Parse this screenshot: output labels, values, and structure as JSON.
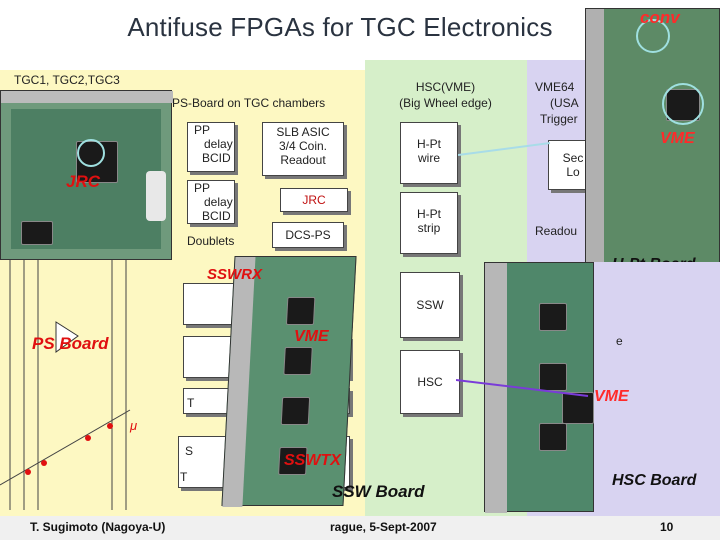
{
  "title": "Antifuse FPGAs for TGC Electronics",
  "conv_label": "conv",
  "tgc_label": "TGC1, TGC2,TGC3",
  "ps_board_tgc_label": "PS-Board on TGC chambers",
  "hsc_vme_label": "HSC(VME)",
  "hsc_vme_sub": "(Big Wheel edge)",
  "vme64_label": "VME64",
  "usa_label": "(USA",
  "trigger_label": "Trigger",
  "pp_label": "PP",
  "delay_label": "delay",
  "bcid_label": "BCID",
  "slb_asic_label": "SLB ASIC",
  "coin_label": "3/4 Coin.",
  "readout_label": "Readout",
  "jrc_label": "JRC",
  "doublets_label": "Doublets",
  "dcs_ps_label": "DCS-PS",
  "hpt_wire_line1": "H-Pt",
  "hpt_wire_line2": "wire",
  "hpt_strip_line1": "H-Pt",
  "hpt_strip_line2": "strip",
  "sec_label": "Sec",
  "lo_label": "Lo",
  "readout_right": "Readou",
  "ssw_label": "SSW",
  "hsc_label": "HSC",
  "t_label": "T",
  "s_label": "S",
  "e_label": "e",
  "mu_label": "μ",
  "jrc_red": "JRC",
  "ps_board_red": "PS Board",
  "sswrx_red": "SSWRX",
  "vme_red_mid": "VME",
  "sswtx_red": "SSWTX",
  "ssw_board_label": "SSW Board",
  "vme_right_top": "VME",
  "hpt_board_label": "H-Pt Board",
  "vme_right_mid": "VME",
  "hsc_board_label": "HSC Board",
  "footer_author": "T. Sugimoto (Nagoya-U)",
  "footer_event": "rague, 5-Sept-2007",
  "footer_page": "10",
  "colors": {
    "yellow_panel": "#fdf8c2",
    "green_panel": "#d6efc9",
    "violet_panel": "#d8d3f1",
    "red_label": "#e01010",
    "vme_label": "#ff1a1a",
    "purple_arrow": "#7a3bd9",
    "cyan_circle": "#9fe0e0"
  }
}
